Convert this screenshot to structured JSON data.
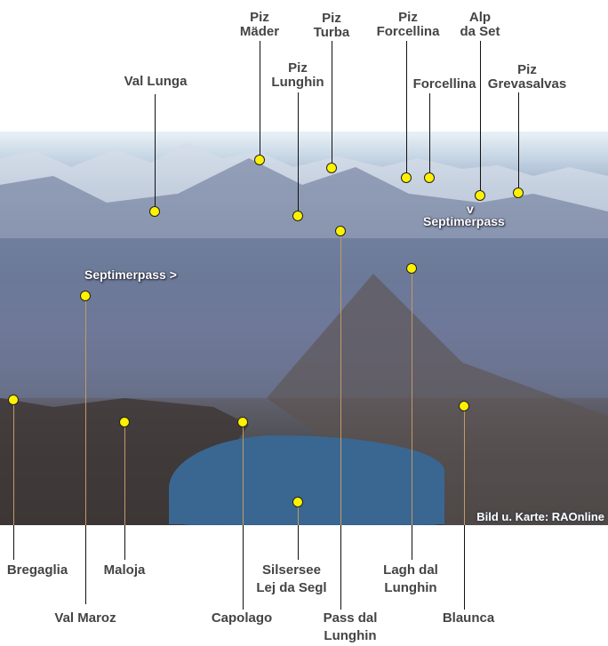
{
  "labels": [
    {
      "name": "val-lunga",
      "lines": [
        "Val Lunga"
      ]
    },
    {
      "name": "piz-maeder",
      "lines": [
        "Piz",
        "Mäder"
      ]
    },
    {
      "name": "piz-turba",
      "lines": [
        "Piz",
        "Turba"
      ]
    },
    {
      "name": "piz-lunghin",
      "lines": [
        "Piz",
        "Lunghin"
      ]
    },
    {
      "name": "piz-forcellina",
      "lines": [
        "Piz",
        "Forcellina"
      ]
    },
    {
      "name": "forcellina",
      "lines": [
        "Forcellina"
      ]
    },
    {
      "name": "alp-da-set",
      "lines": [
        "Alp",
        "da Set"
      ]
    },
    {
      "name": "piz-grevasalvas",
      "lines": [
        "Piz",
        "Grevasalvas"
      ]
    },
    {
      "name": "pass-dal-lunghin",
      "lines": [
        "Pass dal",
        "Lunghin"
      ]
    },
    {
      "name": "lagh-dal-lunghin",
      "lines": [
        "Lagh dal",
        "Lunghin"
      ]
    },
    {
      "name": "blaunca",
      "lines": [
        "Blaunca"
      ]
    },
    {
      "name": "silsersee",
      "lines": [
        "Silsersee",
        "Lej da Segl"
      ]
    },
    {
      "name": "capolago",
      "lines": [
        "Capolago"
      ]
    },
    {
      "name": "maloja",
      "lines": [
        "Maloja"
      ]
    },
    {
      "name": "val-maroz",
      "lines": [
        "Val Maroz"
      ]
    },
    {
      "name": "bregaglia",
      "lines": [
        "Bregaglia"
      ]
    }
  ],
  "inline": {
    "septimer_left": "Septimerpass >",
    "septimer_right_arrow": "v",
    "septimer_right": "Septimerpass"
  },
  "credit": "Bild u. Karte: RAOnline"
}
